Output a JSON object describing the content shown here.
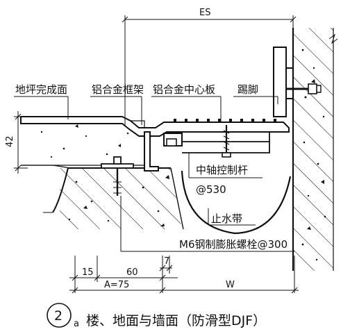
{
  "labels": {
    "floor_finish": "地坪完成面",
    "alu_frame": "铝合金框架",
    "alu_center_plate": "铝合金中心板",
    "skirting": "踢脚",
    "pivot_rod": "中轴控制杆",
    "pivot_rod_spacing": "@530",
    "waterstop": "止水带",
    "anchor_bolt": "M6钢制膨胀螺栓@300"
  },
  "dimensions": {
    "gap_width_top": "ES",
    "height": "42",
    "dim_15": "15",
    "dim_60": "60",
    "dim_7": "7",
    "dim_a": "A=75",
    "dim_w": "W"
  },
  "caption": {
    "number": "2",
    "suffix": "a",
    "text": "楼、地面与墙面（防滑型DJF）"
  }
}
